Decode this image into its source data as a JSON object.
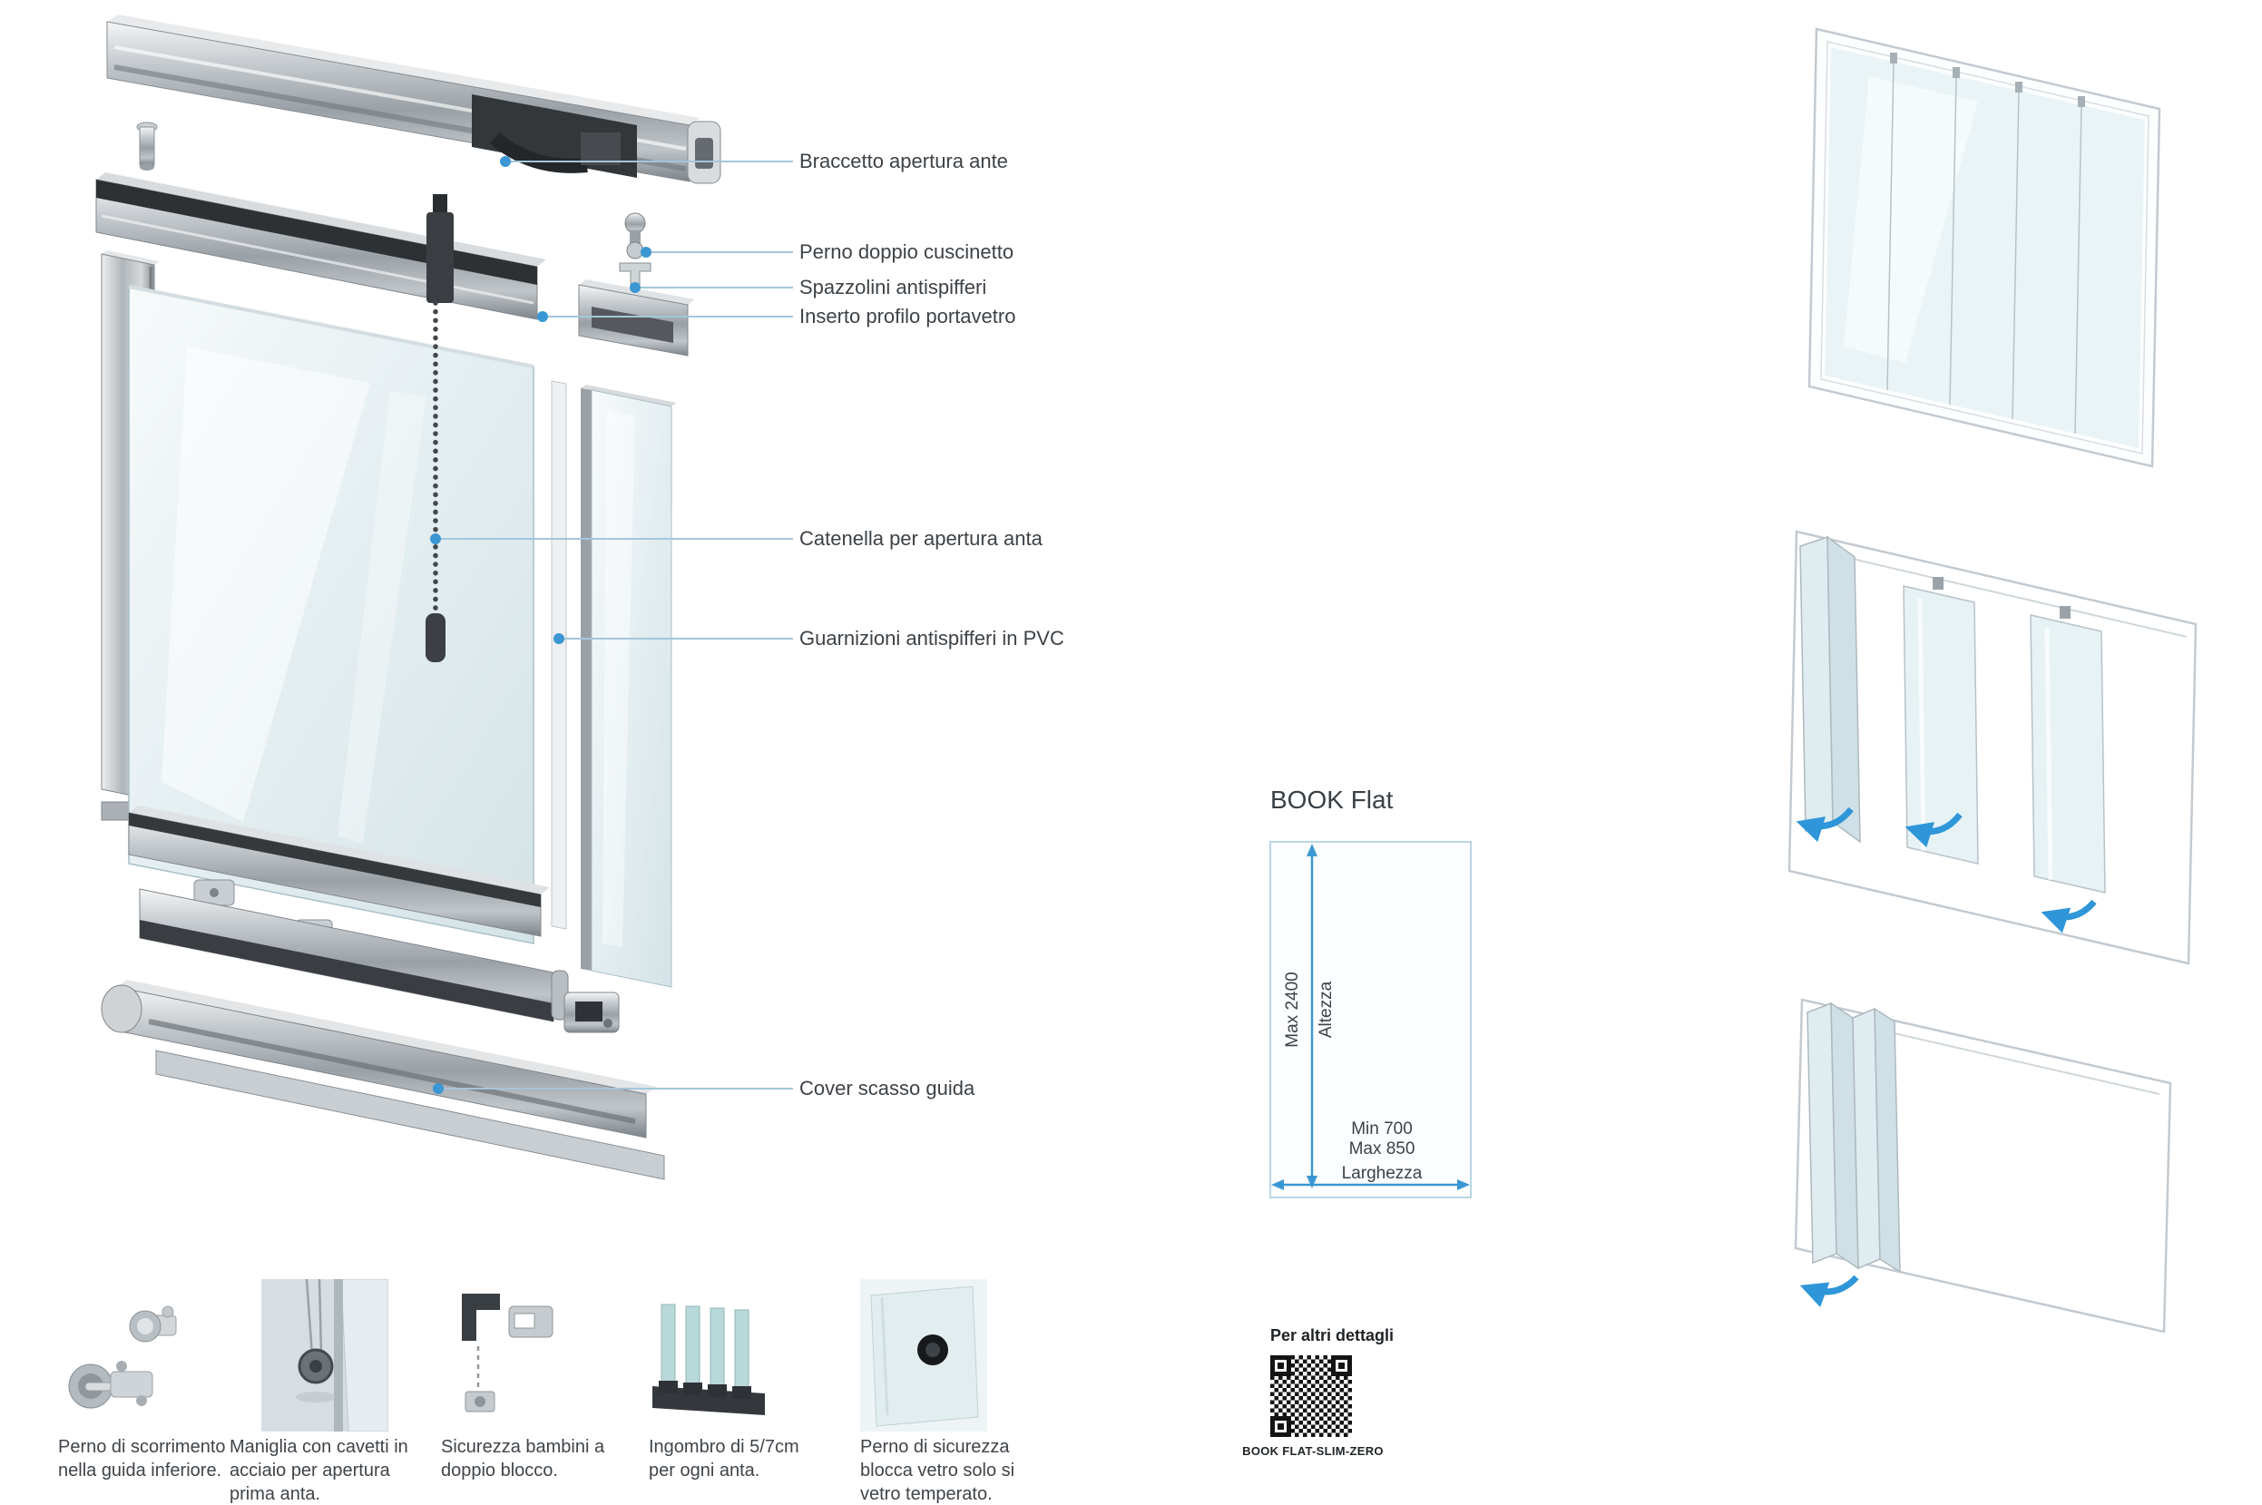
{
  "colors": {
    "accent_blue": "#3b97d3",
    "arrow_blue": "#2f96d9",
    "callout_line": "#a3c6db",
    "text_dark": "#3d4247",
    "glass_light": "#e7f2f5",
    "frame_gray": "#c3cad0"
  },
  "icons": {
    "callout_dot": "•",
    "fold_arrow": "↶",
    "dimension_arrow": "↕"
  },
  "exploded_view": {
    "callouts": [
      {
        "label": "Braccetto apertura ante"
      },
      {
        "label": "Perno doppio cuscinetto"
      },
      {
        "label": "Spazzolini antispifferi"
      },
      {
        "label": "Inserto profilo portavetro"
      },
      {
        "label": "Catenella per apertura anta"
      },
      {
        "label": "Guarnizioni antispifferi in PVC"
      },
      {
        "label": "Cover scasso guida"
      }
    ]
  },
  "details": [
    {
      "caption": "Perno di scorrimento nella guida inferiore."
    },
    {
      "caption": "Maniglia con cavetti in acciaio per apertura prima anta."
    },
    {
      "caption": "Sicurezza bambini a doppio blocco."
    },
    {
      "caption": "Ingombro di 5/7cm per ogni anta."
    },
    {
      "caption": "Perno di sicurezza blocca vetro solo si vetro temperato."
    }
  ],
  "spec": {
    "title": "BOOK Flat",
    "height_max": "Max 2400",
    "height_axis": "Altezza",
    "width_min": "Min 700",
    "width_max": "Max 850",
    "width_axis": "Larghezza",
    "qr_heading": "Per altri dettagli",
    "qr_caption": "BOOK FLAT-SLIM-ZERO"
  }
}
